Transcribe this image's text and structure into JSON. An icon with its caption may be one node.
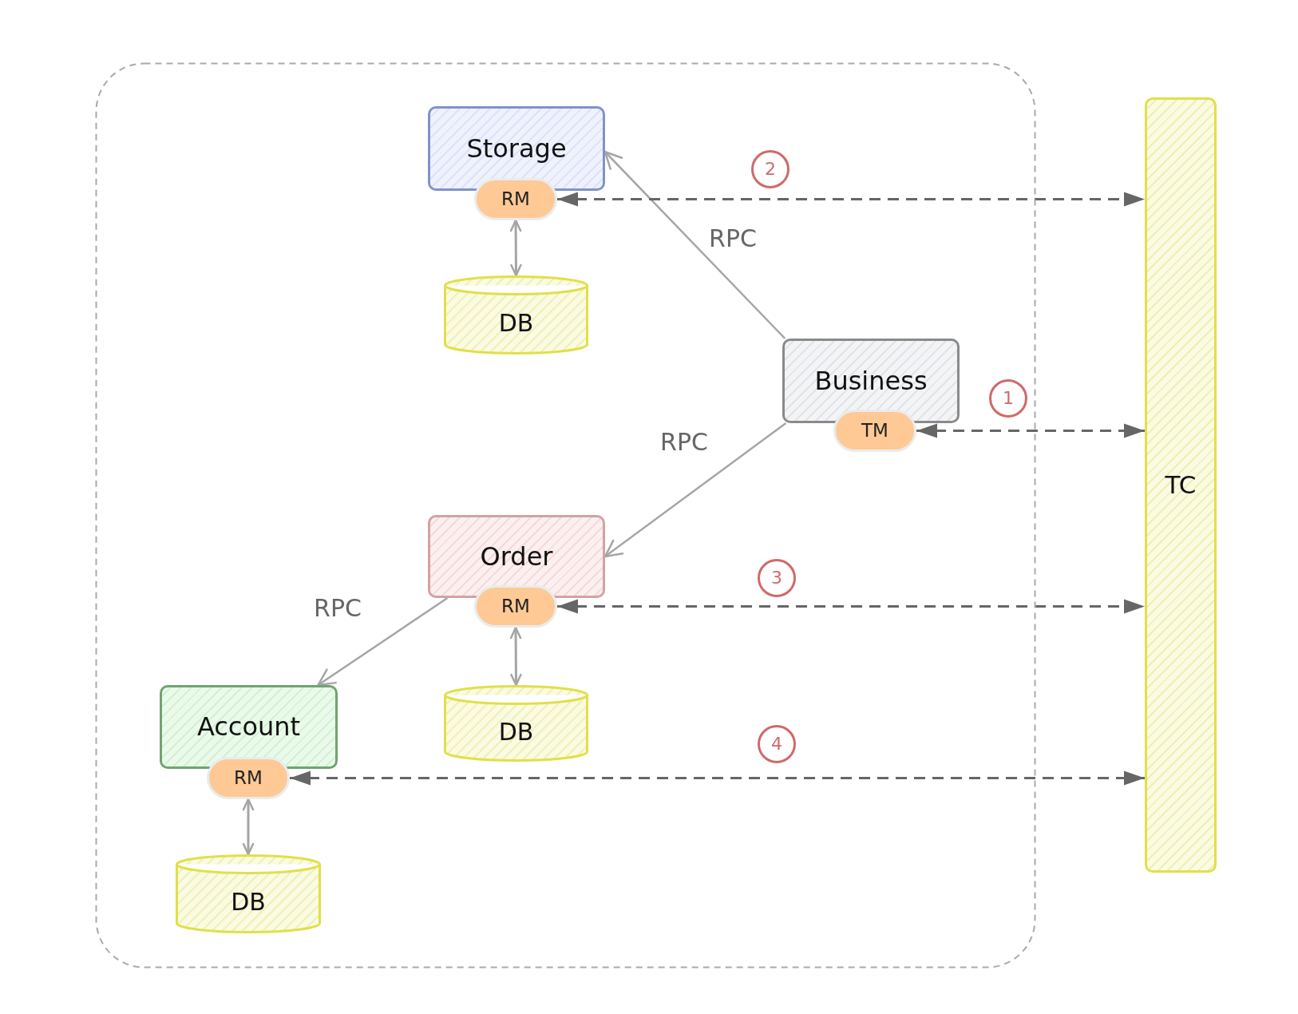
{
  "diagram": {
    "nodes": [
      {
        "text": [],
        "shape": "box"
      },
      {
        "text": [
          "Storage"
        ],
        "in": 0
      },
      {
        "text": [
          "2"
        ],
        "in": 0
      },
      {
        "text": [
          "RM"
        ],
        "in": 0
      },
      {
        "text": [
          "TC"
        ]
      },
      {
        "text": [
          "DB"
        ],
        "in": 0
      },
      {
        "text": [
          "Business"
        ],
        "in": 0
      },
      {
        "text": [
          "1"
        ],
        "in": 0
      },
      {
        "text": [
          "TM"
        ],
        "in": 0
      },
      {
        "text": [
          "Order"
        ],
        "in": 0
      },
      {
        "text": [
          "3"
        ],
        "in": 0
      },
      {
        "text": [
          "RM"
        ],
        "in": 0
      },
      {
        "text": [
          "Account"
        ],
        "in": 0
      },
      {
        "text": [
          "DB"
        ],
        "in": 0
      },
      {
        "text": [
          "4"
        ],
        "in": 0
      },
      {
        "text": [
          "RM"
        ],
        "in": 0
      },
      {
        "text": [
          "DB"
        ],
        "in": 0
      }
    ],
    "edges": [
      {
        "from": 6,
        "to": 1,
        "arrow": "to",
        "label": "RPC"
      },
      {
        "from": 3,
        "to": 4,
        "arrow": "both",
        "style": "dashed",
        "color": "#666666"
      },
      {
        "from": 3,
        "to": 5,
        "arrow": "both"
      },
      {
        "from": 8,
        "to": 4,
        "arrow": "both",
        "style": "dashed",
        "color": "#666666"
      },
      {
        "from": 6,
        "to": 9,
        "arrow": "to",
        "label": "RPC"
      },
      {
        "from": 11,
        "to": 4,
        "arrow": "both",
        "style": "dashed",
        "color": "#666666"
      },
      {
        "from": 9,
        "to": 12,
        "arrow": "to",
        "label": "RPC"
      },
      {
        "from": 11,
        "to": 13,
        "arrow": "both"
      },
      {
        "from": 15,
        "to": 4,
        "arrow": "both",
        "style": "dashed",
        "color": "#666666"
      },
      {
        "from": 15,
        "to": 16,
        "arrow": "both"
      }
    ]
  }
}
